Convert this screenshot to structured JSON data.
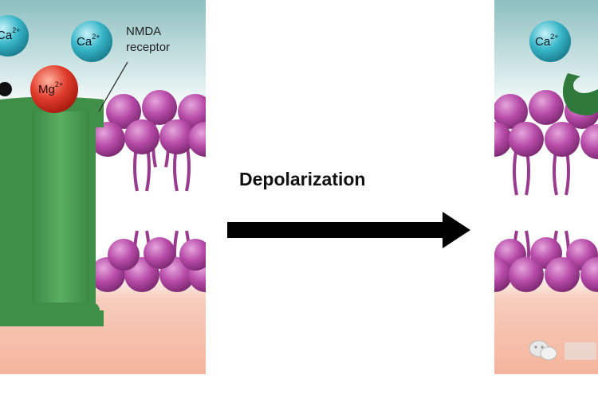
{
  "left_panel": {
    "ions": [
      {
        "symbol": "Ca",
        "charge": "2+"
      },
      {
        "symbol": "Ca",
        "charge": "2+"
      },
      {
        "symbol": "Mg",
        "charge": "2+"
      }
    ],
    "receptor_label_line1": "NMDA",
    "receptor_label_line2": "receptor"
  },
  "process": {
    "label": "Depolarization"
  },
  "right_panel": {
    "ions": [
      {
        "symbol": "Ca",
        "charge": "2+"
      }
    ]
  },
  "colors": {
    "extracellular_top": "#9fc8c8",
    "extracellular_bottom": "#f0f4f0",
    "intracellular": "#f4b49c",
    "lipid_head": "#b74aa8",
    "receptor": "#3f8f48",
    "receptor_light": "#64b86c",
    "calcium_ion": "#38b6c8",
    "magnesium_ion": "#e03c2c",
    "arrow": "#000000"
  },
  "icons": {
    "watermark": "wechat-icon"
  }
}
